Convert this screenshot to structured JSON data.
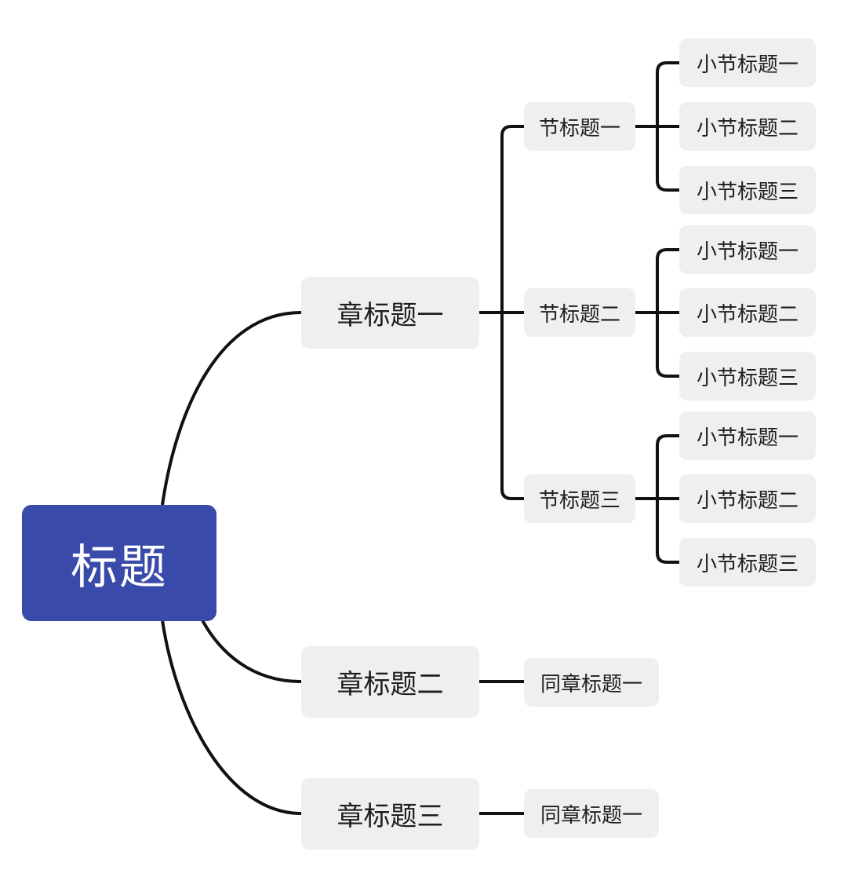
{
  "root": {
    "label": "标题",
    "color": "#3a4aaa"
  },
  "line_color": "#111111",
  "node_bg": "#efefef",
  "chapters": [
    {
      "label": "章标题一",
      "sections": [
        {
          "label": "节标题一",
          "subs": [
            "小节标题一",
            "小节标题二",
            "小节标题三"
          ]
        },
        {
          "label": "节标题二",
          "subs": [
            "小节标题一",
            "小节标题二",
            "小节标题三"
          ]
        },
        {
          "label": "节标题三",
          "subs": [
            "小节标题一",
            "小节标题二",
            "小节标题三"
          ]
        }
      ]
    },
    {
      "label": "章标题二",
      "sections": [
        {
          "label": "同章标题一",
          "subs": []
        }
      ]
    },
    {
      "label": "章标题三",
      "sections": [
        {
          "label": "同章标题一",
          "subs": []
        }
      ]
    }
  ]
}
